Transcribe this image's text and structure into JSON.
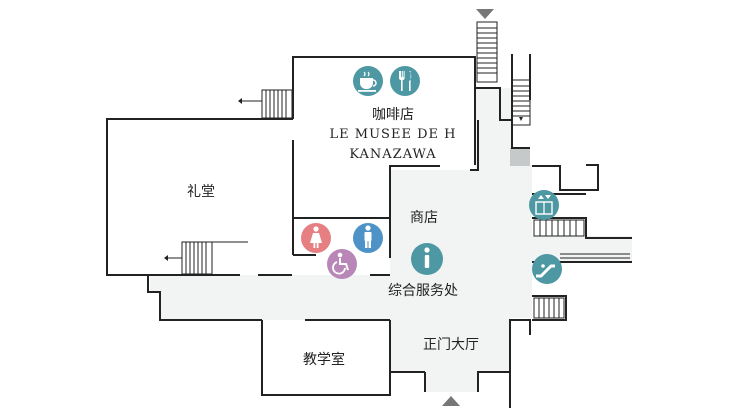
{
  "rooms": {
    "cafe": {
      "name_zh": "咖啡店",
      "name_en_1": "LE MUSEE DE H",
      "name_en_2": "KANAZAWA"
    },
    "chapel": "礼堂",
    "shop": "商店",
    "info": "综合服务处",
    "classroom": "教学室",
    "main_hall": "正门大厅"
  },
  "icons": {
    "cafe": [
      "coffee-cup-icon",
      "fork-knife-icon"
    ],
    "restrooms": [
      "female-restroom-icon",
      "male-restroom-icon",
      "wheelchair-icon"
    ],
    "info": "information-icon",
    "elevator": "elevator-icon",
    "escalator": "escalator-icon",
    "entrances": [
      "north-entrance-arrow-icon",
      "south-entrance-arrow-icon"
    ]
  },
  "colors": {
    "teal": "#4e98a4",
    "female": "#e57f82",
    "male": "#4d93c8",
    "accessible": "#b887b8",
    "corridor": "#f2f4f4",
    "wall": "#222222",
    "arrow": "#777777"
  }
}
